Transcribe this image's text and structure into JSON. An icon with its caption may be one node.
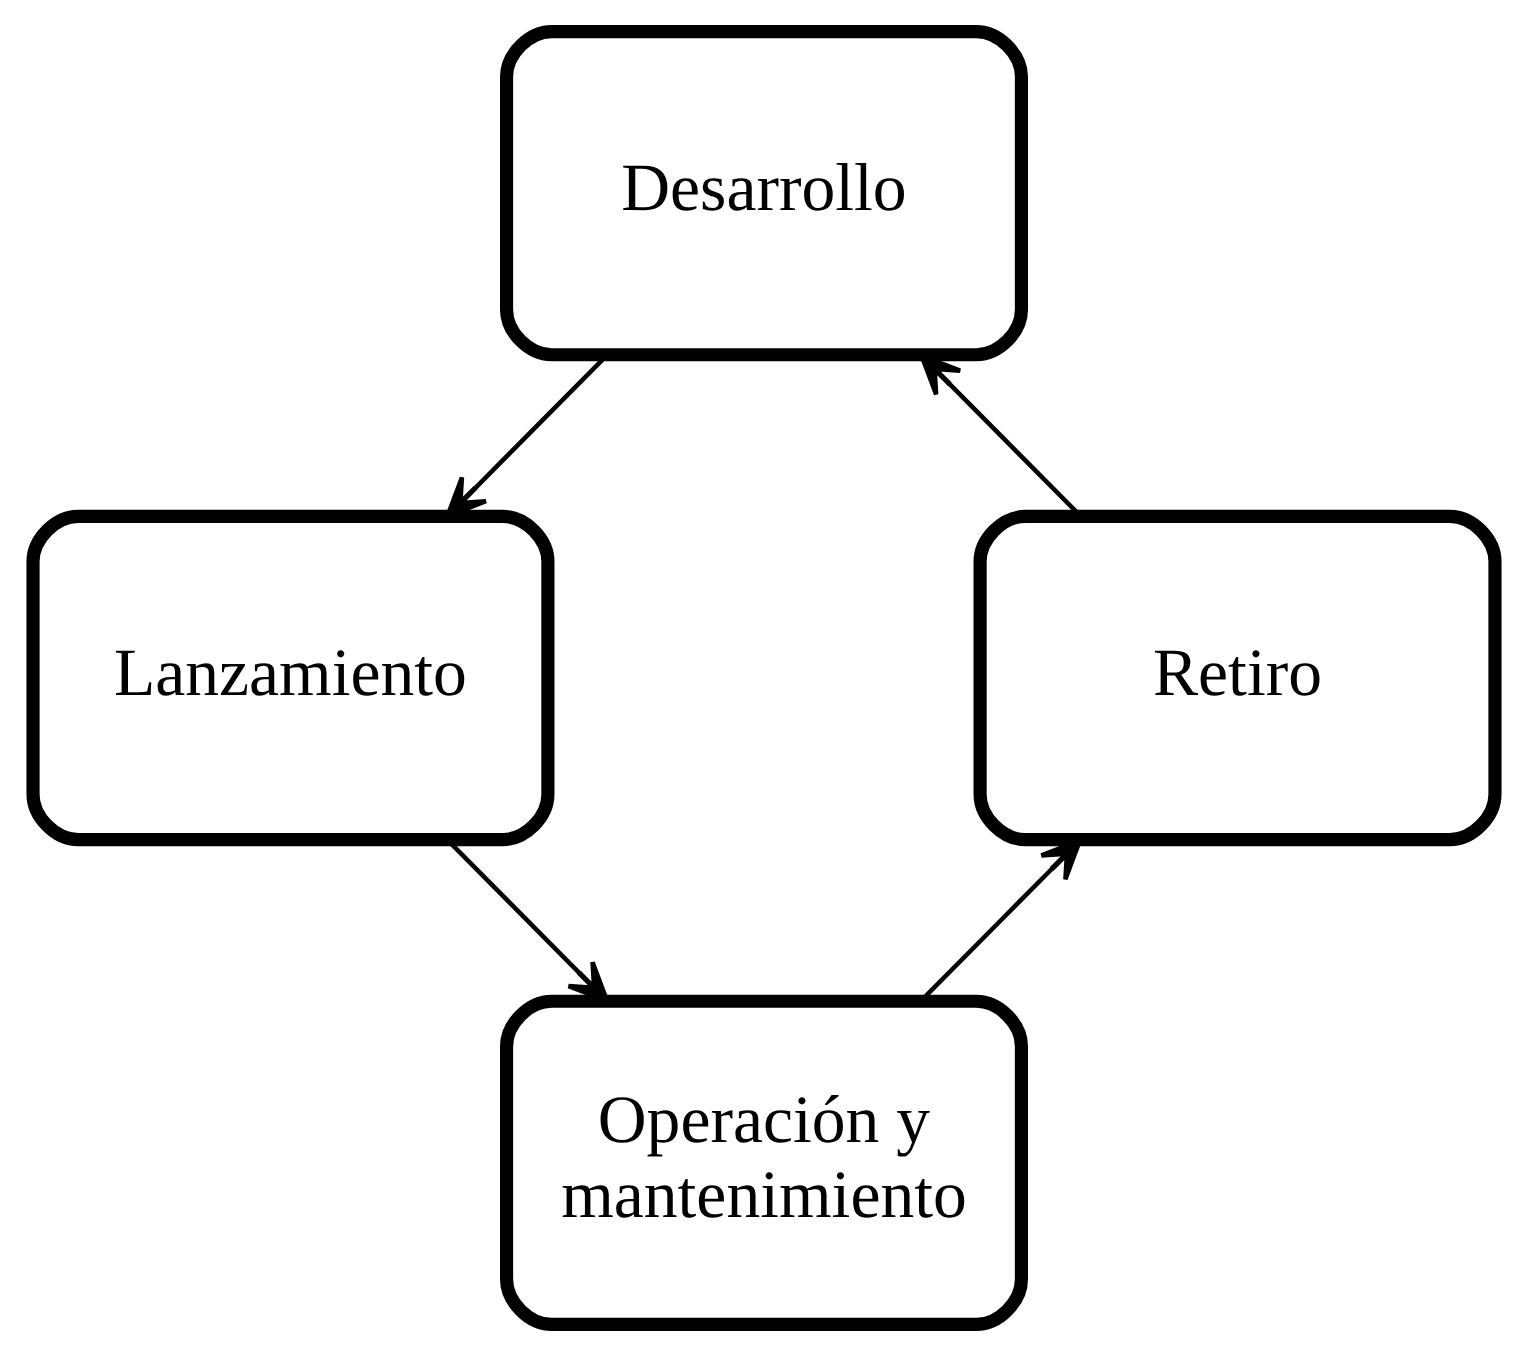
{
  "diagram": {
    "nodes": [
      {
        "text": [
          "Desarrollo"
        ]
      },
      {
        "text": [
          "Lanzamiento"
        ]
      },
      {
        "text": [
          "Operación y mantenimiento"
        ]
      },
      {
        "text": [
          "Retiro"
        ]
      }
    ],
    "edges": [
      {
        "from": 0,
        "to": 1,
        "arrow": "to"
      },
      {
        "from": 1,
        "to": 2,
        "arrow": "to"
      },
      {
        "from": 2,
        "to": 3,
        "arrow": "to"
      },
      {
        "from": 3,
        "to": 0,
        "arrow": "to"
      }
    ]
  }
}
